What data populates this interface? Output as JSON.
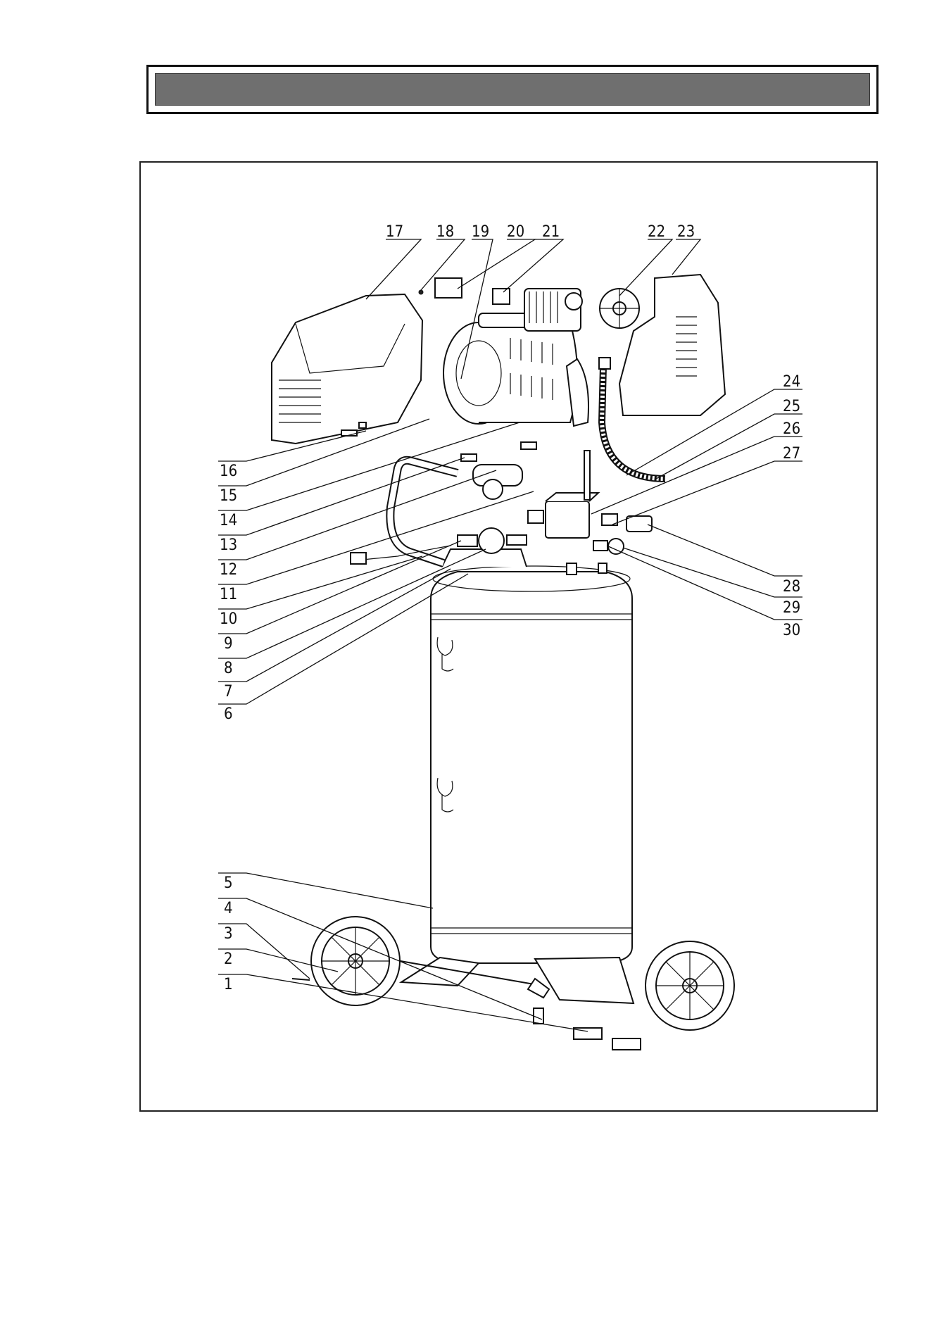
{
  "header": {
    "title": ""
  },
  "diagram": {
    "callouts": [
      {
        "number": "1",
        "part": ""
      },
      {
        "number": "2",
        "part": ""
      },
      {
        "number": "3",
        "part": ""
      },
      {
        "number": "4",
        "part": ""
      },
      {
        "number": "5",
        "part": ""
      },
      {
        "number": "6",
        "part": ""
      },
      {
        "number": "7",
        "part": ""
      },
      {
        "number": "8",
        "part": ""
      },
      {
        "number": "9",
        "part": ""
      },
      {
        "number": "10",
        "part": ""
      },
      {
        "number": "11",
        "part": ""
      },
      {
        "number": "12",
        "part": ""
      },
      {
        "number": "13",
        "part": ""
      },
      {
        "number": "14",
        "part": ""
      },
      {
        "number": "15",
        "part": ""
      },
      {
        "number": "16",
        "part": ""
      },
      {
        "number": "17",
        "part": ""
      },
      {
        "number": "18",
        "part": ""
      },
      {
        "number": "19",
        "part": ""
      },
      {
        "number": "20",
        "part": ""
      },
      {
        "number": "21",
        "part": ""
      },
      {
        "number": "22",
        "part": ""
      },
      {
        "number": "23",
        "part": ""
      },
      {
        "number": "24",
        "part": ""
      },
      {
        "number": "25",
        "part": ""
      },
      {
        "number": "26",
        "part": ""
      },
      {
        "number": "27",
        "part": ""
      },
      {
        "number": "28",
        "part": ""
      },
      {
        "number": "29",
        "part": ""
      },
      {
        "number": "30",
        "part": ""
      }
    ]
  }
}
